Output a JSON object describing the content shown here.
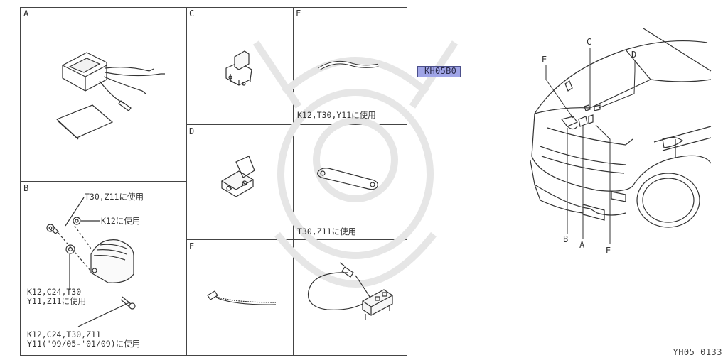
{
  "panels": {
    "a": {
      "label": "A"
    },
    "b": {
      "label": "B",
      "notes": {
        "t30_z11": "T30,Z11に使用",
        "k12": "K12に使用",
        "washer": "K12,C24,T30\nY11,Z11に使用",
        "bolt": "K12,C24,T30,Z11\nY11('99/05-'01/09)に使用"
      }
    },
    "c": {
      "label": "C"
    },
    "d": {
      "label": "D"
    },
    "e": {
      "label": "E"
    },
    "f": {
      "label": "F",
      "note": "K12,T30,Y11に使用"
    },
    "g": {
      "note": "T30,Z11に使用"
    }
  },
  "reference": {
    "part_number": "KH05B0"
  },
  "vehicle": {
    "callouts": {
      "e_top": "E",
      "c": "C",
      "d": "D",
      "b": "B",
      "a": "A",
      "e_bottom": "E"
    }
  },
  "diagram_code": "YH05 0133",
  "colors": {
    "highlight": "#9fa4e6",
    "line": "#444444",
    "watermark": "#e8e8e8"
  }
}
